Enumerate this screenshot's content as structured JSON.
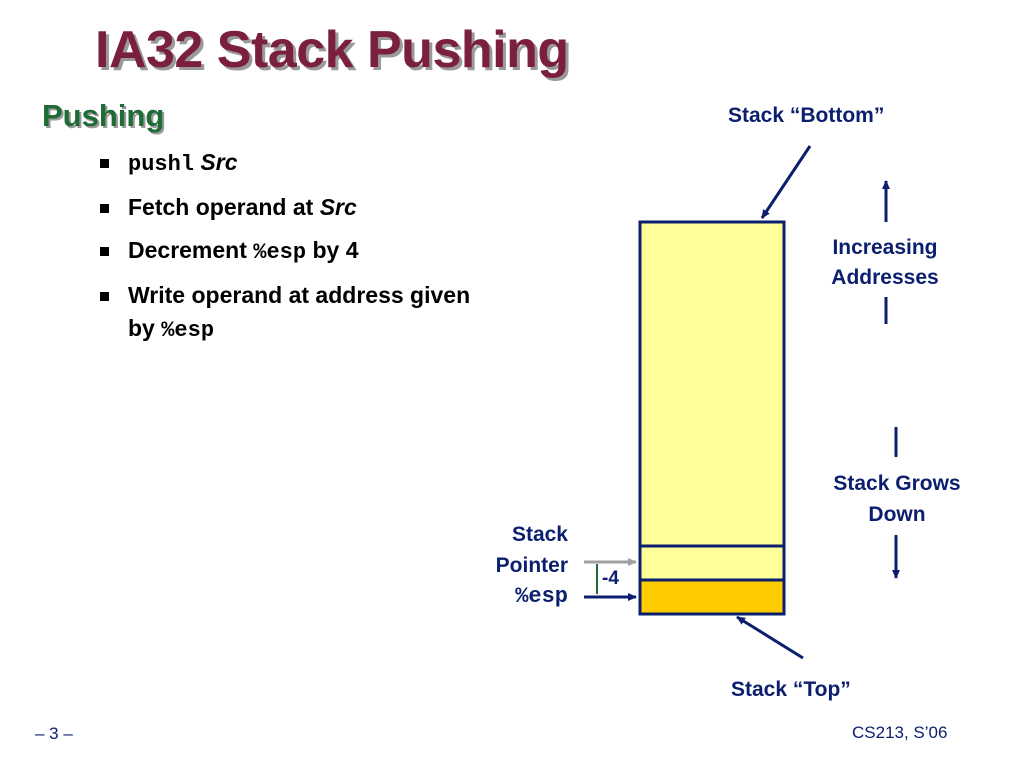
{
  "slide": {
    "title": "IA32 Stack Pushing",
    "subtitle": "Pushing"
  },
  "bullets": [
    {
      "parts": [
        {
          "text": "pushl",
          "style": "mono"
        },
        {
          "text": " ",
          "style": "plain"
        },
        {
          "text": "Src",
          "style": "ital"
        }
      ]
    },
    {
      "parts": [
        {
          "text": "Fetch operand at ",
          "style": "plain"
        },
        {
          "text": "Src",
          "style": "ital"
        }
      ]
    },
    {
      "parts": [
        {
          "text": "Decrement ",
          "style": "plain"
        },
        {
          "text": "%esp",
          "style": "mono"
        },
        {
          "text": " by 4",
          "style": "plain"
        }
      ]
    },
    {
      "parts": [
        {
          "text": "Write operand at address given by ",
          "style": "plain"
        },
        {
          "text": "%esp",
          "style": "mono"
        }
      ]
    }
  ],
  "diagram": {
    "stack_bottom_label": "Stack “Bottom”",
    "stack_top_label": "Stack “Top”",
    "increasing_line1": "Increasing",
    "increasing_line2": "Addresses",
    "grows_line1": "Stack Grows",
    "grows_line2": "Down",
    "pointer_line1": "Stack",
    "pointer_line2": "Pointer",
    "pointer_reg": "%esp",
    "offset_label": "-4",
    "colors": {
      "stack_fill": "#ffff99",
      "pushed_fill": "#ffcc00",
      "outline": "#0b1f6e",
      "pointer_arrow": "#a0a0a0",
      "text": "#0b1f6e"
    }
  },
  "footer": {
    "page": "– 3 –",
    "course": "CS213, S’06"
  }
}
